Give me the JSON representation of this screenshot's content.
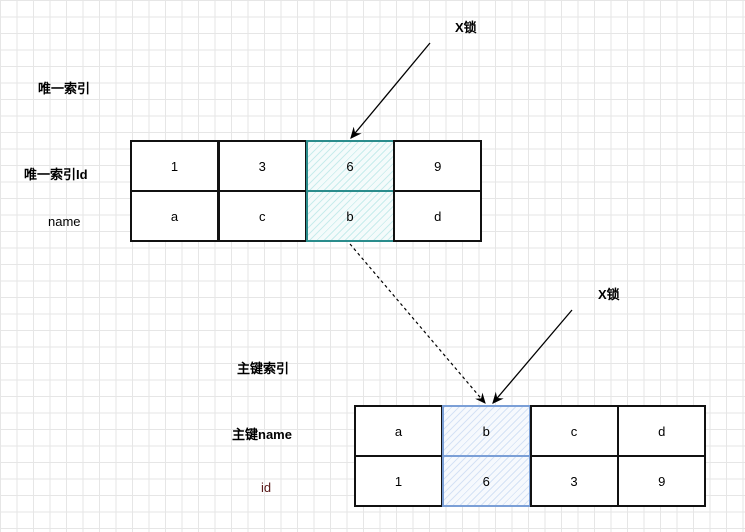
{
  "unique_index": {
    "title": "唯一索引",
    "row_labels": [
      "唯一索引Id",
      "name"
    ],
    "rows": [
      [
        "1",
        "3",
        "6",
        "9"
      ],
      [
        "a",
        "c",
        "b",
        "d"
      ]
    ],
    "locked_column": 2,
    "lock_label": "X锁",
    "highlight_color": "#2a8c8c"
  },
  "primary_index": {
    "title": "主键索引",
    "row_labels": [
      "主键name",
      "id"
    ],
    "rows": [
      [
        "a",
        "b",
        "c",
        "d"
      ],
      [
        "1",
        "6",
        "3",
        "9"
      ]
    ],
    "locked_column": 1,
    "lock_label": "X锁",
    "highlight_color": "#7b9fd6"
  }
}
